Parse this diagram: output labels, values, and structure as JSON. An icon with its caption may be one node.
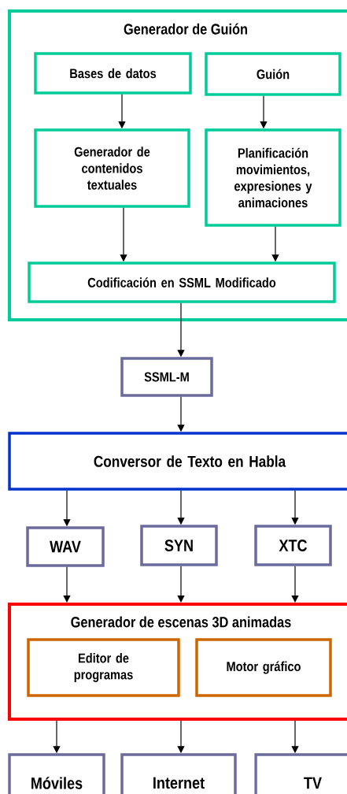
{
  "diagram": {
    "nodes": [
      {
        "text": [
          "Generador de Guión"
        ]
      },
      {
        "text": [
          "Bases de datos"
        ],
        "in": 0
      },
      {
        "text": [
          "Guión"
        ],
        "in": 0
      },
      {
        "text": [
          "Generador de contenidos textuales"
        ],
        "in": 0
      },
      {
        "text": [
          "Planificación movimientos, expresiones y animaciones"
        ],
        "in": 0
      },
      {
        "text": [
          "Codificación en SSML Modificado"
        ],
        "in": 0
      },
      {
        "text": [
          "SSML-M"
        ]
      },
      {
        "text": [
          "Conversor de Texto en Habla"
        ]
      },
      {
        "text": [
          "WAV"
        ]
      },
      {
        "text": [
          "SYN"
        ]
      },
      {
        "text": [
          "XTC"
        ]
      },
      {
        "text": [
          "Generador de escenas 3D animadas"
        ]
      },
      {
        "text": [
          "Editor de programas"
        ],
        "in": 11
      },
      {
        "text": [
          "Motor gráfico"
        ],
        "in": 11
      },
      {
        "text": [
          "Móviles"
        ]
      },
      {
        "text": [
          "Internet"
        ]
      },
      {
        "text": [
          "TV"
        ]
      }
    ],
    "edges": [
      {
        "from": 1,
        "to": 3,
        "arrow": "to"
      },
      {
        "from": 2,
        "to": 4,
        "arrow": "to"
      },
      {
        "from": 3,
        "to": 5,
        "arrow": "to"
      },
      {
        "from": 4,
        "to": 5,
        "arrow": "to"
      },
      {
        "from": 5,
        "to": 6,
        "arrow": "to"
      },
      {
        "from": 6,
        "to": 7,
        "arrow": "to"
      },
      {
        "from": 7,
        "to": 8,
        "arrow": "to"
      },
      {
        "from": 7,
        "to": 9,
        "arrow": "to"
      },
      {
        "from": 7,
        "to": 10,
        "arrow": "to"
      },
      {
        "from": 8,
        "to": 11,
        "arrow": "to"
      },
      {
        "from": 9,
        "to": 11,
        "arrow": "to"
      },
      {
        "from": 10,
        "to": 11,
        "arrow": "to"
      },
      {
        "from": 11,
        "to": 14,
        "arrow": "to"
      },
      {
        "from": 11,
        "to": 15,
        "arrow": "to"
      },
      {
        "from": 11,
        "to": 16,
        "arrow": "to"
      }
    ]
  }
}
